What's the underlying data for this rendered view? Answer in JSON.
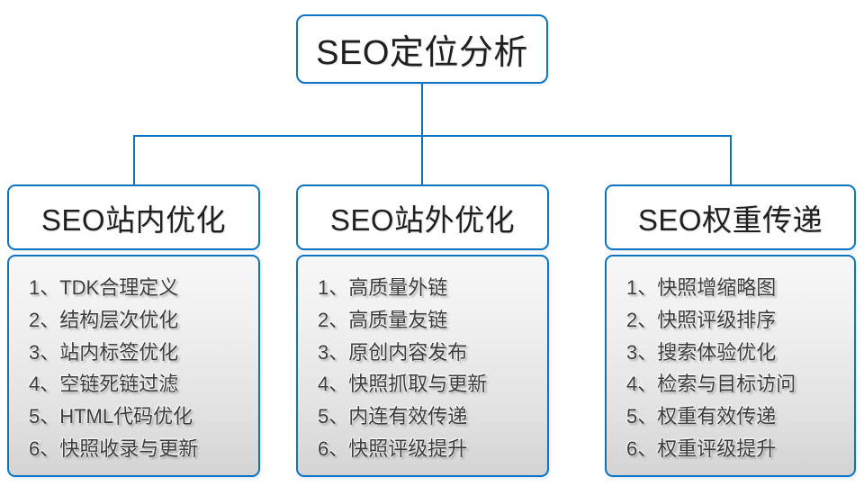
{
  "colors": {
    "accent": "#0d74c4",
    "header_text": "#1f1f1f",
    "item_text": "#3c3c3c",
    "panel_gradient_top": "#f7f7f7",
    "panel_gradient_bottom": "#d4d4d4"
  },
  "root": {
    "title": "SEO定位分析"
  },
  "columns": [
    {
      "title": "SEO站内优化",
      "items": [
        "1、TDK合理定义",
        "2、结构层次优化",
        "3、站内标签优化",
        "4、空链死链过滤",
        "5、HTML代码优化",
        "6、快照收录与更新"
      ]
    },
    {
      "title": "SEO站外优化",
      "items": [
        "1、高质量外链",
        "2、高质量友链",
        "3、原创内容发布",
        "4、快照抓取与更新",
        "5、内连有效传递",
        "6、快照评级提升"
      ]
    },
    {
      "title": "SEO权重传递",
      "items": [
        "1、快照增缩略图",
        "2、快照评级排序",
        "3、搜索体验优化",
        "4、检索与目标访问",
        "5、权重有效传递",
        "6、权重评级提升"
      ]
    }
  ]
}
